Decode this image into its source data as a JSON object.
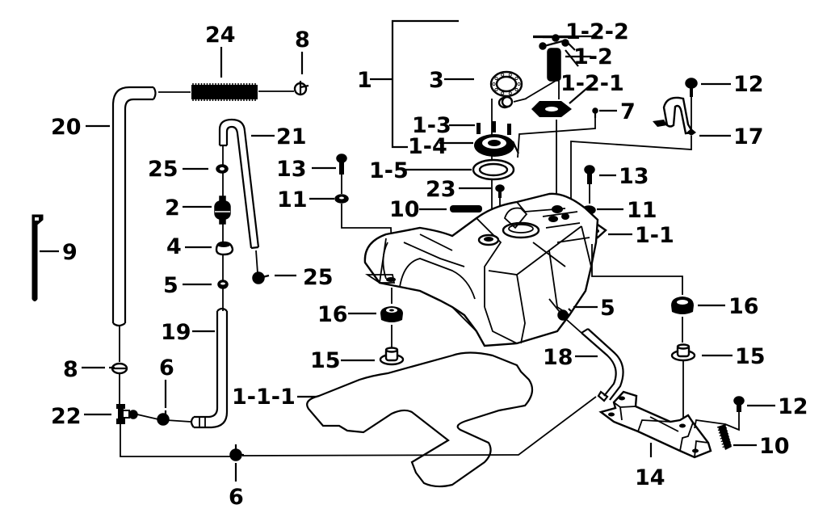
{
  "diagram": {
    "type": "exploded parts diagram",
    "subject": "fuel tank assembly",
    "background": "#ffffff",
    "ink": "#000000",
    "callouts": [
      {
        "id": "24",
        "text": "24"
      },
      {
        "id": "8a",
        "text": "8"
      },
      {
        "id": "20",
        "text": "20"
      },
      {
        "id": "21",
        "text": "21"
      },
      {
        "id": "25a",
        "text": "25"
      },
      {
        "id": "2",
        "text": "2"
      },
      {
        "id": "4",
        "text": "4"
      },
      {
        "id": "5a",
        "text": "5"
      },
      {
        "id": "25b",
        "text": "25"
      },
      {
        "id": "9",
        "text": "9"
      },
      {
        "id": "19",
        "text": "19"
      },
      {
        "id": "8b",
        "text": "8"
      },
      {
        "id": "6a",
        "text": "6"
      },
      {
        "id": "22",
        "text": "22"
      },
      {
        "id": "6b",
        "text": "6"
      },
      {
        "id": "1",
        "text": "1"
      },
      {
        "id": "3",
        "text": "3"
      },
      {
        "id": "1-3",
        "text": "1-3"
      },
      {
        "id": "1-4",
        "text": "1-4"
      },
      {
        "id": "1-5",
        "text": "1-5"
      },
      {
        "id": "13a",
        "text": "13"
      },
      {
        "id": "11a",
        "text": "11"
      },
      {
        "id": "23",
        "text": "23"
      },
      {
        "id": "10a",
        "text": "10"
      },
      {
        "id": "1-2-2",
        "text": "1-2-2"
      },
      {
        "id": "1-2",
        "text": "1-2"
      },
      {
        "id": "1-2-1",
        "text": "1-2-1"
      },
      {
        "id": "7",
        "text": "7"
      },
      {
        "id": "12a",
        "text": "12"
      },
      {
        "id": "17",
        "text": "17"
      },
      {
        "id": "13b",
        "text": "13"
      },
      {
        "id": "11b",
        "text": "11"
      },
      {
        "id": "1-1",
        "text": "1-1"
      },
      {
        "id": "16a",
        "text": "16"
      },
      {
        "id": "15a",
        "text": "15"
      },
      {
        "id": "1-1-1",
        "text": "1-1-1"
      },
      {
        "id": "5b",
        "text": "5"
      },
      {
        "id": "18",
        "text": "18"
      },
      {
        "id": "16b",
        "text": "16"
      },
      {
        "id": "15b",
        "text": "15"
      },
      {
        "id": "12b",
        "text": "12"
      },
      {
        "id": "10b",
        "text": "10"
      },
      {
        "id": "14",
        "text": "14"
      }
    ]
  }
}
